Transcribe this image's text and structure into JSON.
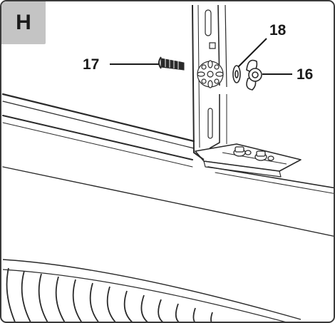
{
  "panel": {
    "letter": "H"
  },
  "callouts": [
    {
      "id": "17",
      "label": "17",
      "target": "screw"
    },
    {
      "id": "18",
      "label": "18",
      "target": "washer"
    },
    {
      "id": "16",
      "label": "16",
      "target": "wing-nut"
    }
  ],
  "colors": {
    "line": "#2a2a2a",
    "badge": "#c4c4c4",
    "frame": "#3a3a3a"
  }
}
